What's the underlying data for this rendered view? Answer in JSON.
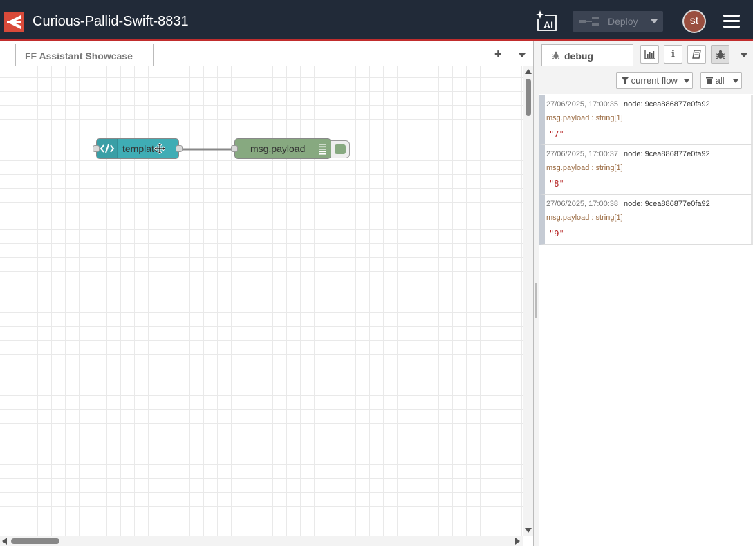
{
  "header": {
    "title": "Curious-Pallid-Swift-8831",
    "ai_label": "AI",
    "deploy_label": "Deploy",
    "avatar_initials": "st",
    "colors": {
      "bar": "#212a38",
      "accent": "#c12d2d"
    }
  },
  "workspace": {
    "tab_label": "FF Assistant Showcase",
    "add_tab": "+"
  },
  "nodes": {
    "template_label": "template",
    "debug_label": "msg.payload",
    "colors": {
      "template": "#3fadb5",
      "debug": "#87a980"
    }
  },
  "sidebar": {
    "debug_tab_label": "debug",
    "info_icon": "i",
    "filter_label": "current flow",
    "clear_label": "all",
    "messages": [
      {
        "timestamp": "27/06/2025, 17:00:35",
        "node": "node: 9cea886877e0fa92",
        "topic": "msg.payload : string[1]",
        "value": "\"7\""
      },
      {
        "timestamp": "27/06/2025, 17:00:37",
        "node": "node: 9cea886877e0fa92",
        "topic": "msg.payload : string[1]",
        "value": "\"8\""
      },
      {
        "timestamp": "27/06/2025, 17:00:38",
        "node": "node: 9cea886877e0fa92",
        "topic": "msg.payload : string[1]",
        "value": "\"9\""
      }
    ]
  }
}
